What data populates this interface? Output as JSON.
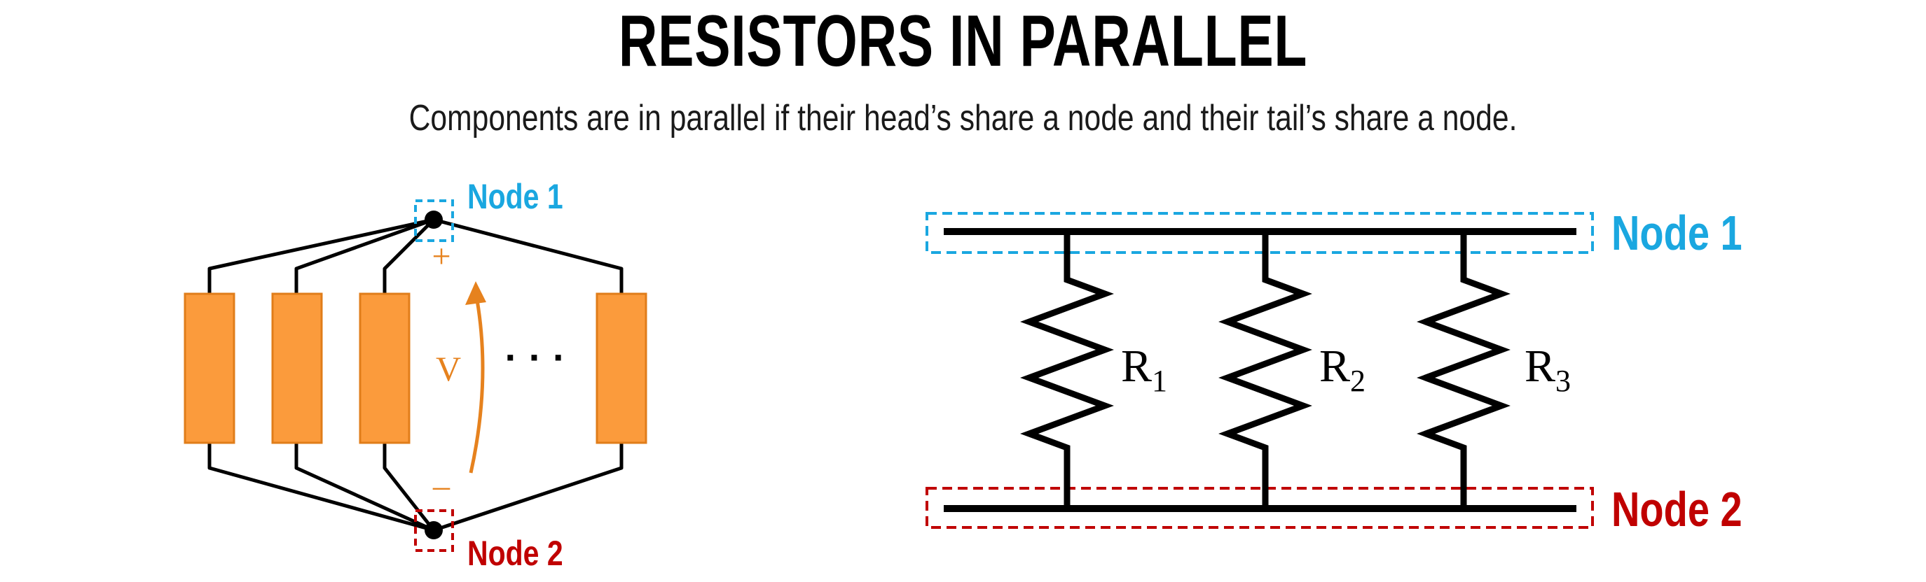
{
  "title": "RESISTORS IN PARALLEL",
  "subtitle": "Components are in parallel if their head’s share a node and their tail’s share a node.",
  "colors": {
    "node1": "#1aa7e0",
    "node2": "#c00000",
    "resistor_fill": "#fb9b3c",
    "resistor_stroke": "#e07d1a",
    "voltage": "#e6821e",
    "wire": "#000000"
  },
  "left_diagram": {
    "node1_label": "Node 1",
    "node2_label": "Node 2",
    "plus_sign": "+",
    "minus_sign": "–",
    "voltage_label": "V",
    "ellipsis": "· · ·"
  },
  "right_diagram": {
    "node1_label": "Node 1",
    "node2_label": "Node 2",
    "resistors": [
      {
        "letter": "R",
        "subscript": "1"
      },
      {
        "letter": "R",
        "subscript": "2"
      },
      {
        "letter": "R",
        "subscript": "3"
      }
    ]
  }
}
